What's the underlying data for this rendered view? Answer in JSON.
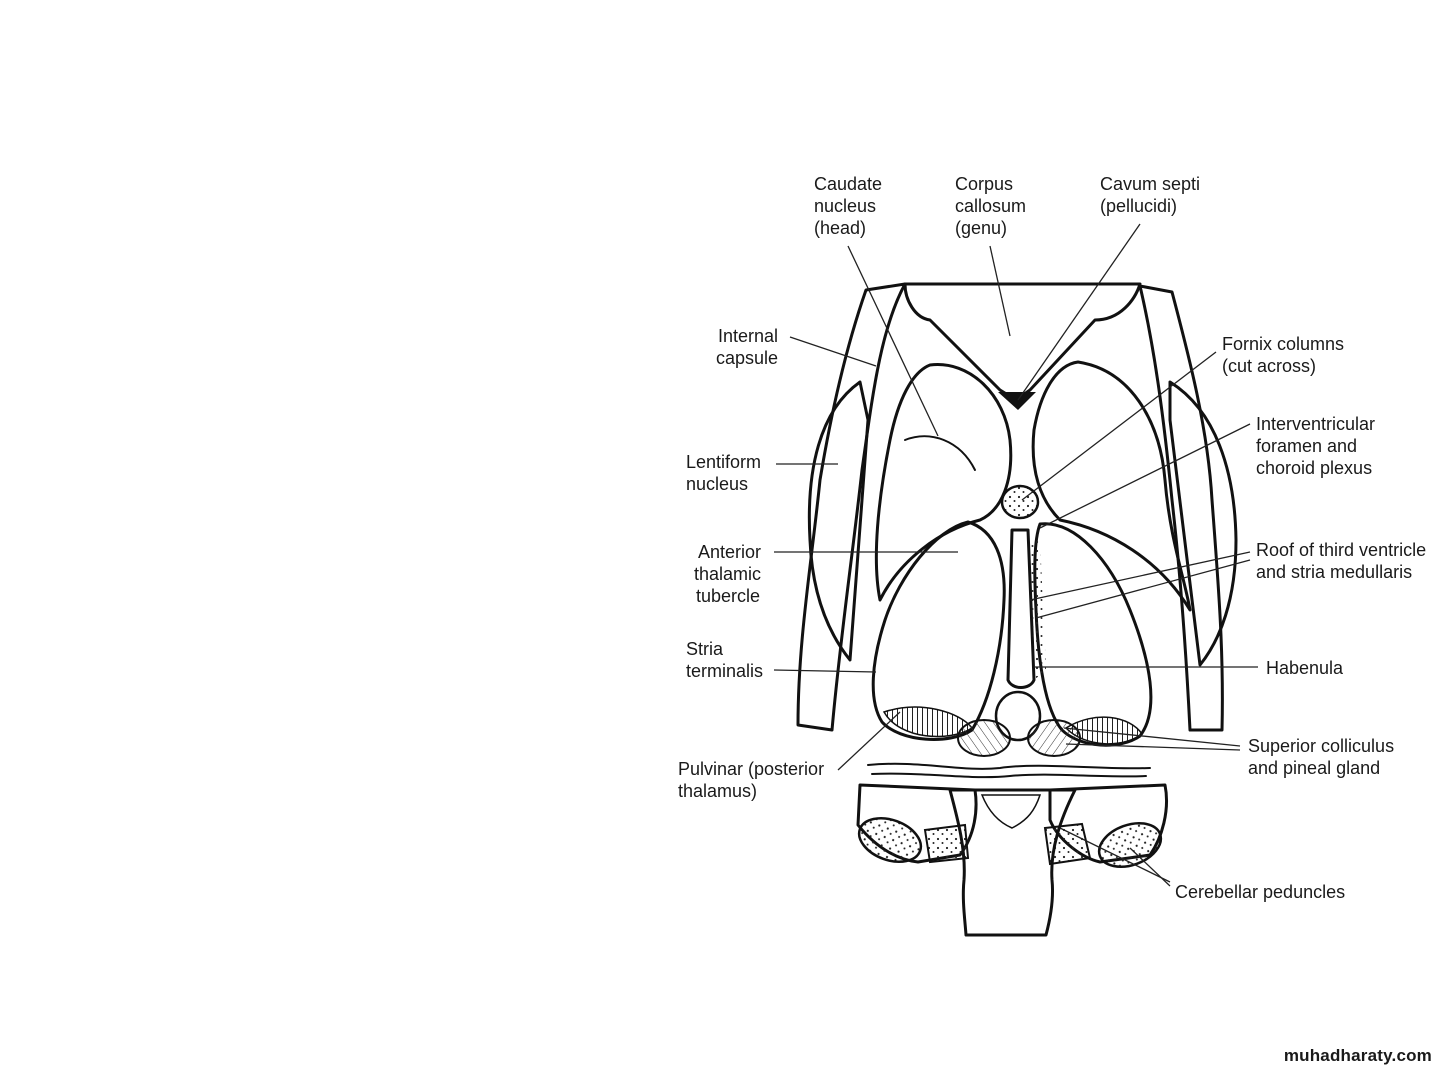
{
  "watermark": "muhadharaty.com",
  "colors": {
    "thalamus_fill": "#cde8f8",
    "ink": "#111111",
    "background": "#ffffff"
  },
  "labels": {
    "caudate": [
      "Caudate",
      "nucleus",
      "(head)"
    ],
    "corpus": [
      "Corpus",
      "callosum",
      "(genu)"
    ],
    "cavum": [
      "Cavum septi",
      "(pellucidi)"
    ],
    "internal": [
      "Internal",
      "capsule"
    ],
    "fornix": [
      "Fornix columns",
      "(cut across)"
    ],
    "interventricular": [
      "Interventricular",
      "foramen and",
      "choroid plexus"
    ],
    "lentiform": [
      "Lentiform",
      "nucleus"
    ],
    "roof": [
      "Roof of third ventricle",
      "and stria medullaris"
    ],
    "anterior": [
      "Anterior",
      "thalamic",
      "tubercle"
    ],
    "stria_terminalis": [
      "Stria",
      "terminalis"
    ],
    "habenula": [
      "Habenula"
    ],
    "pulvinar": [
      "Pulvinar (posterior",
      "thalamus)"
    ],
    "superior": [
      "Superior colliculus",
      "and pineal gland"
    ],
    "cerebellar": [
      "Cerebellar peduncles"
    ]
  }
}
